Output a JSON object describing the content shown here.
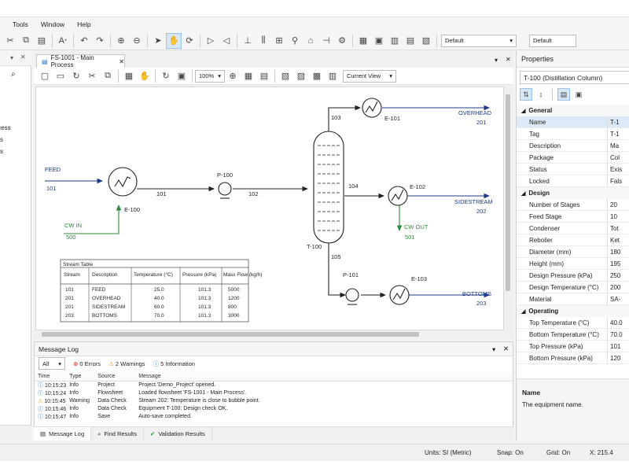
{
  "menu": [
    "Tools",
    "Window",
    "Help"
  ],
  "toolbar": {
    "combo1": "Default",
    "combo2": "Default"
  },
  "doc": {
    "tab_title": "FS-1001 - Main Process",
    "zoom": "100%",
    "view": "Current View"
  },
  "left_tree": [
    "rocess",
    "s",
    "s"
  ],
  "flowsheet": {
    "labels": {
      "feed": "FEED",
      "s101": "101",
      "e100": "E-100",
      "s101b": "101",
      "p100": "P-100",
      "s102": "102",
      "cwin": "CW IN",
      "s500": "500",
      "s103": "103",
      "e101": "E-101",
      "overhead": "OVERHEAD",
      "s201": "201",
      "s104": "104",
      "e102": "E-102",
      "sidestream": "SIDESTREAM",
      "s202": "202",
      "cwout": "CW OUT",
      "s501": "501",
      "t100": "T-100",
      "s105": "105",
      "p101": "P-101",
      "e103": "E-103",
      "bottoms": "BOTTOMS",
      "s203": "203"
    },
    "stream_table": {
      "title": "Stream Table",
      "headers": [
        "Stream",
        "Description",
        "Temperature (°C)",
        "Pressure (kPa)",
        "Mass Flow (kg/h)"
      ],
      "rows": [
        [
          "101",
          "FEED",
          "25.0",
          "101.3",
          "5000"
        ],
        [
          "201",
          "OVERHEAD",
          "40.0",
          "101.3",
          "1200"
        ],
        [
          "201",
          "SIDESTREAM",
          "60.0",
          "101.3",
          "800"
        ],
        [
          "203",
          "BOTTOMS",
          "70.0",
          "101.3",
          "3000"
        ]
      ]
    }
  },
  "message_log": {
    "title": "Message Log",
    "filter": "All",
    "errors": "0 Errors",
    "warnings": "2 Warnings",
    "info": "5 Information",
    "columns": [
      "Time",
      "Type",
      "Source",
      "Message"
    ],
    "rows": [
      {
        "time": "10:15:23",
        "type": "Info",
        "source": "Project",
        "message": "Project 'Demo_Project' opened."
      },
      {
        "time": "10:15:24",
        "type": "Info",
        "source": "Flowsheet",
        "message": "Loaded flowsheet 'FS-1001 - Main Process'."
      },
      {
        "time": "10:15:45",
        "type": "Warning",
        "source": "Data Check",
        "message": "Stream 202: Temperature is close to bubble point."
      },
      {
        "time": "10:15:46",
        "type": "Info",
        "source": "Data Check",
        "message": "Equipment T-100: Design check OK."
      },
      {
        "time": "10:15:47",
        "type": "Info",
        "source": "Save",
        "message": "Auto-save completed."
      }
    ],
    "tabs": [
      "Message Log",
      "Find Results",
      "Validation Results"
    ]
  },
  "properties": {
    "title": "Properties",
    "object": "T-100  (Distillation Column)",
    "categories": [
      {
        "name": "General",
        "rows": [
          [
            "Name",
            "T-1"
          ],
          [
            "Tag",
            "T-1"
          ],
          [
            "Description",
            "Ma"
          ],
          [
            "Package",
            "Col"
          ],
          [
            "Status",
            "Exis"
          ],
          [
            "Locked",
            "Fals"
          ]
        ]
      },
      {
        "name": "Design",
        "rows": [
          [
            "Number of Stages",
            "20"
          ],
          [
            "Feed Stage",
            "10"
          ],
          [
            "Condenser",
            "Tot"
          ],
          [
            "Reboiler",
            "Ket"
          ],
          [
            "Diameter (mm)",
            "180"
          ],
          [
            "Height (mm)",
            "195"
          ],
          [
            "Design Pressure (kPa)",
            "250"
          ],
          [
            "Design Temperature (°C)",
            "200"
          ],
          [
            "Material",
            "SA-"
          ]
        ]
      },
      {
        "name": "Operating",
        "rows": [
          [
            "Top Temperature (°C)",
            "40.0"
          ],
          [
            "Bottom Temperature (°C)",
            "70.0"
          ],
          [
            "Top Pressure (kPa)",
            "101"
          ],
          [
            "Bottom Pressure (kPa)",
            "120"
          ]
        ]
      }
    ],
    "desc_title": "Name",
    "desc_text": "The equipment name."
  },
  "status": {
    "units": "Units: SI (Metric)",
    "snap": "Snap: On",
    "grid": "Grid: On",
    "x": "X:  215.4"
  },
  "colors": {
    "stream_blue": "#1f3a8a",
    "cw_green": "#2e8b3a",
    "accent": "#1e6fd0"
  }
}
